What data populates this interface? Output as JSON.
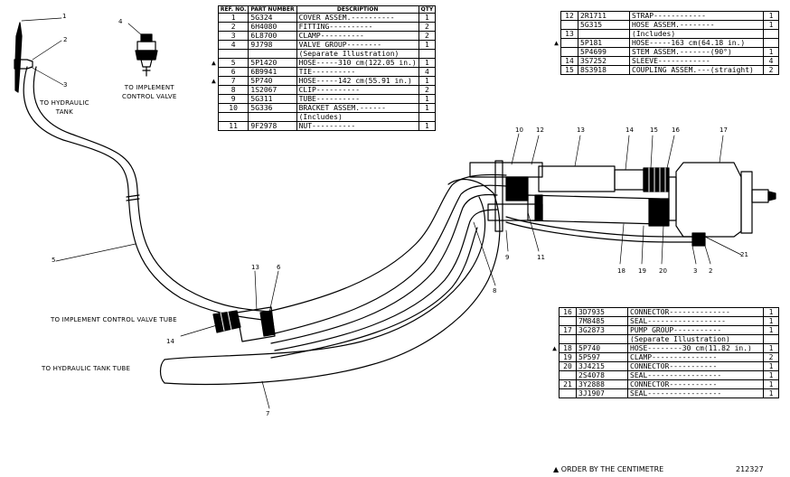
{
  "labels": {
    "to_implement_control_valve": "TO IMPLEMENT\nCONTROL VALVE",
    "to_hydraulic_tank": "TO HYDRAULIC\nTANK",
    "to_implement_control_valve_tube": "TO IMPLEMENT CONTROL VALVE TUBE",
    "to_hydraulic_tank_tube": "TO HYDRAULIC TANK TUBE"
  },
  "callouts": [
    "1",
    "2",
    "3",
    "4",
    "5",
    "13",
    "6",
    "14",
    "7",
    "10",
    "12",
    "13",
    "14",
    "15",
    "16",
    "17",
    "9",
    "11",
    "8",
    "18",
    "19",
    "20",
    "3",
    "2",
    "21"
  ],
  "table_main": {
    "headers": [
      "REF. NO.",
      "PART NUMBER",
      "DESCRIPTION",
      "QTY"
    ],
    "rows": [
      {
        "mark": "",
        "ref": "1",
        "pn": "5G324",
        "desc": "COVER ASSEM.----------",
        "qty": "1"
      },
      {
        "mark": "",
        "ref": "2",
        "pn": "6H4080",
        "desc": "FITTING----------",
        "qty": "2"
      },
      {
        "mark": "",
        "ref": "3",
        "pn": "6L8700",
        "desc": "CLAMP----------",
        "qty": "2"
      },
      {
        "mark": "",
        "ref": "4",
        "pn": "9J798",
        "desc": "VALVE GROUP--------",
        "qty": "1"
      },
      {
        "mark": "",
        "ref": "",
        "pn": "",
        "desc": "(Separate Illustration)",
        "qty": ""
      },
      {
        "mark": "▲",
        "ref": "5",
        "pn": "5P1420",
        "desc": "HOSE-----310 cm(122.05 in.)",
        "qty": "1"
      },
      {
        "mark": "",
        "ref": "6",
        "pn": "6B9941",
        "desc": "TIE----------",
        "qty": "4"
      },
      {
        "mark": "▲",
        "ref": "7",
        "pn": "5P740",
        "desc": "HOSE-----142 cm(55.91 in.)",
        "qty": "1"
      },
      {
        "mark": "",
        "ref": "8",
        "pn": "1S2067",
        "desc": "CLIP----------",
        "qty": "2"
      },
      {
        "mark": "",
        "ref": "9",
        "pn": "5G311",
        "desc": "TUBE----------",
        "qty": "1"
      },
      {
        "mark": "",
        "ref": "10",
        "pn": "5G336",
        "desc": "BRACKET ASSEM.------",
        "qty": "1"
      },
      {
        "mark": "",
        "ref": "",
        "pn": "",
        "desc": "(Includes)",
        "qty": ""
      },
      {
        "mark": "",
        "ref": "11",
        "pn": "9F2978",
        "desc": "NUT----------",
        "qty": "1"
      }
    ]
  },
  "table_top_right": {
    "rows": [
      {
        "mark": "",
        "ref": "12",
        "pn": "2R1711",
        "desc": "STRAP------------",
        "qty": "1"
      },
      {
        "mark": "",
        "ref": "",
        "pn": "5G315",
        "desc": "HOSE ASSEM.--------",
        "qty": "1"
      },
      {
        "mark": "",
        "ref": "13",
        "pn": "",
        "desc": "(Includes)",
        "qty": ""
      },
      {
        "mark": "▲",
        "ref": "",
        "pn": "5P181",
        "desc": "HOSE-----163 cm(64.18 in.)",
        "qty": ""
      },
      {
        "mark": "",
        "ref": "",
        "pn": "5P4699",
        "desc": "STEM ASSEM.-------(90°)",
        "qty": "1"
      },
      {
        "mark": "",
        "ref": "14",
        "pn": "3S7252",
        "desc": "SLEEVE------------",
        "qty": "4"
      },
      {
        "mark": "",
        "ref": "15",
        "pn": "8S3918",
        "desc": "COUPLING ASSEM.---(straight)",
        "qty": "2"
      }
    ]
  },
  "table_bottom_right": {
    "rows": [
      {
        "mark": "",
        "ref": "16",
        "pn": "3D7935",
        "desc": "CONNECTOR--------------",
        "qty": "1"
      },
      {
        "mark": "",
        "ref": "",
        "pn": "7M8485",
        "desc": "SEAL------------------",
        "qty": "1"
      },
      {
        "mark": "",
        "ref": "17",
        "pn": "3G2873",
        "desc": "PUMP GROUP-----------",
        "qty": "1"
      },
      {
        "mark": "",
        "ref": "",
        "pn": "",
        "desc": "(Separate Illustration)",
        "qty": ""
      },
      {
        "mark": "▲",
        "ref": "18",
        "pn": "5P740",
        "desc": "HOSE--------30 cm(11.82 in.)",
        "qty": "1"
      },
      {
        "mark": "",
        "ref": "19",
        "pn": "5P597",
        "desc": "CLAMP---------------",
        "qty": "2"
      },
      {
        "mark": "",
        "ref": "20",
        "pn": "3J4215",
        "desc": "CONNECTOR-----------",
        "qty": "1"
      },
      {
        "mark": "",
        "ref": "",
        "pn": "2S4078",
        "desc": "SEAL-----------------",
        "qty": "1"
      },
      {
        "mark": "",
        "ref": "21",
        "pn": "3Y2888",
        "desc": "CONNECTOR-----------",
        "qty": "1"
      },
      {
        "mark": "",
        "ref": "",
        "pn": "3J1907",
        "desc": "SEAL-----------------",
        "qty": "1"
      }
    ]
  },
  "footer": {
    "note": "▲ ORDER BY THE CENTIMETRE",
    "figure_number": "212327"
  }
}
